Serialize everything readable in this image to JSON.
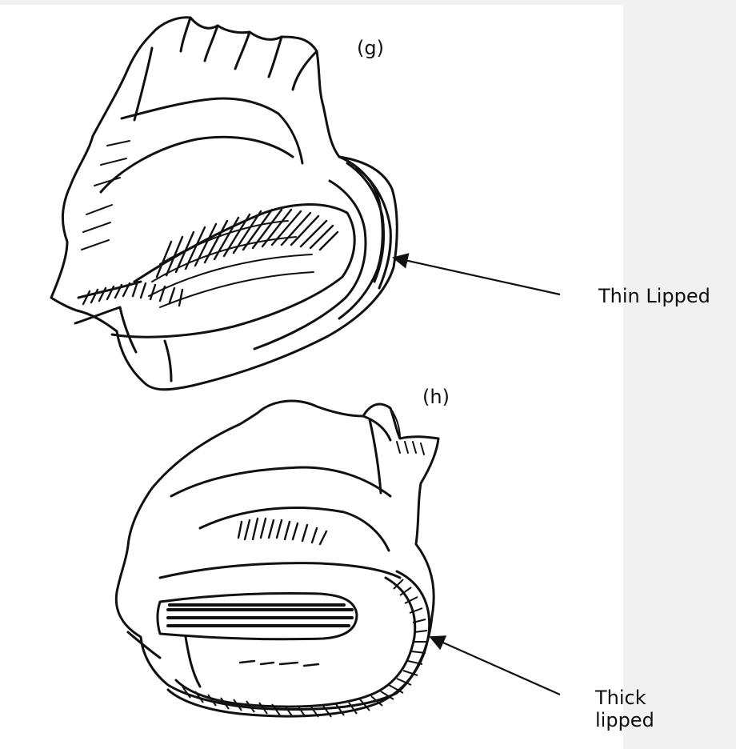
{
  "figure": {
    "label_g": "(g)",
    "label_h": "(h)",
    "callout_thin": "Thin Lipped",
    "callout_thick_line1": "Thick",
    "callout_thick_line2": "lipped"
  },
  "colors": {
    "ink": "#111111",
    "page_background": "#f1f1f1",
    "figure_background": "#ffffff"
  },
  "icons": [
    "thin-lipped-conch-shell-drawing",
    "thick-lipped-conch-shell-drawing",
    "arrow-icon"
  ]
}
